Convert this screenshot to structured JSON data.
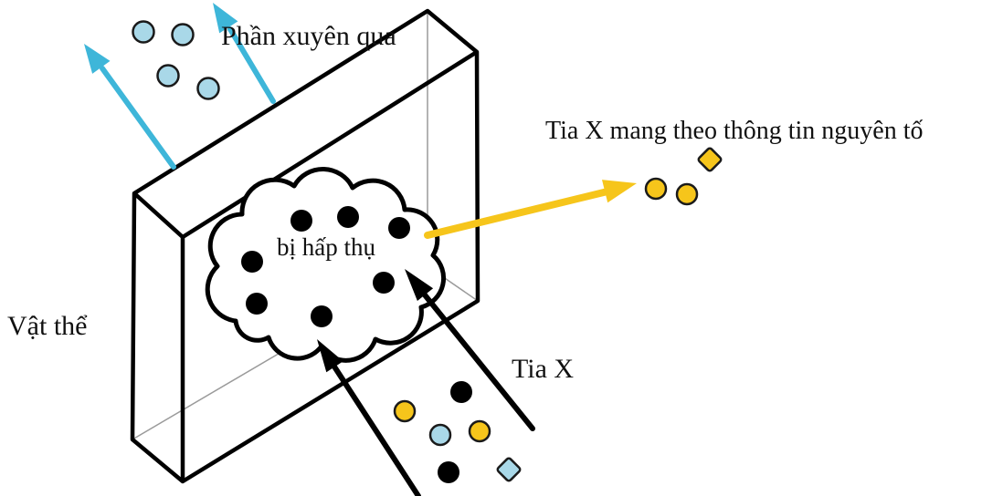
{
  "labels": {
    "transmitted": "Phần xuyên qua",
    "fluorescent": "Tia X mang theo thông tin nguyên tố",
    "object": "Vật thể",
    "incident": "Tia X",
    "absorbed": "bị hấp thụ"
  },
  "colors": {
    "cyan": "#3eb6d9",
    "light_blue": "#a9d8e8",
    "yellow": "#f6c51b",
    "outline": "#000000",
    "hidden_line": "#9a9a9a"
  },
  "particles": {
    "transmitted_blue_circles": 4,
    "fluorescent_yellow_circles": 2,
    "fluorescent_yellow_diamonds": 1,
    "absorbed_black_dots": 7,
    "incident_black_circles": 2,
    "incident_yellow_circles": 2,
    "incident_blue_circles": 1,
    "incident_blue_diamonds": 1
  }
}
